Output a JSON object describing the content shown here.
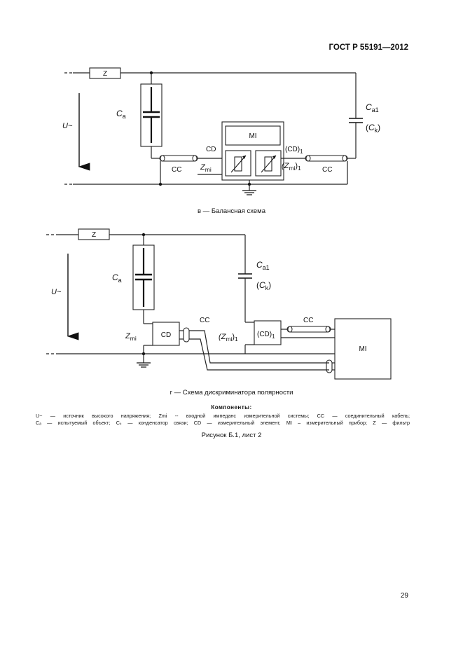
{
  "header": {
    "standard": "ГОСТ Р 55191—2012"
  },
  "diagram_v": {
    "caption": "в — Балансная схема",
    "z": "Z",
    "u": "U~",
    "ca_main": "C",
    "ca_sub": "a",
    "ca1_main": "C",
    "ca1_sub": "a1",
    "ck_open": "(C",
    "ck_sub": "k",
    "ck_close": ")",
    "mi": "MI",
    "cd": "CD",
    "cd1_main": "(CD)",
    "cd1_sub": "1",
    "zmi_main": "Z",
    "zmi_sub": "mi",
    "zmi1_open": "(Z",
    "zmi1_sub_a": "mi",
    "zmi1_close": ")",
    "zmi1_sub_b": "1",
    "cc_left": "CC",
    "cc_right": "CC"
  },
  "diagram_g": {
    "caption": "г — Схема дискриминатора полярности",
    "z": "Z",
    "u": "U~",
    "ca_main": "C",
    "ca_sub": "a",
    "ca1_main": "C",
    "ca1_sub": "a1",
    "ck_open": "(C",
    "ck_sub": "k",
    "ck_close": ")",
    "cd": "CD",
    "cd1_main": "(CD)",
    "cd1_sub": "1",
    "zmi_main": "Z",
    "zmi_sub": "mi",
    "zmi1_open": "(Z",
    "zmi1_sub_a": "mi",
    "zmi1_close": ")",
    "zmi1_sub_b": "1",
    "cc_left": "CC",
    "cc_right": "CC",
    "mi": "MI"
  },
  "components": {
    "title": "Компоненты:",
    "line1": "U~ — источник высокого напряжения; Zmi -- входной импеданс измерительной системы; CC — соединительный кабель;",
    "line2": "Cₐ — испытуемый объект; Cₖ — конденсатор связи; CD — измерительный элемент, MI – измерительный прибор; Z — фильтр"
  },
  "figure_caption": "Рисунок Б.1, лист 2",
  "page_number": "29"
}
